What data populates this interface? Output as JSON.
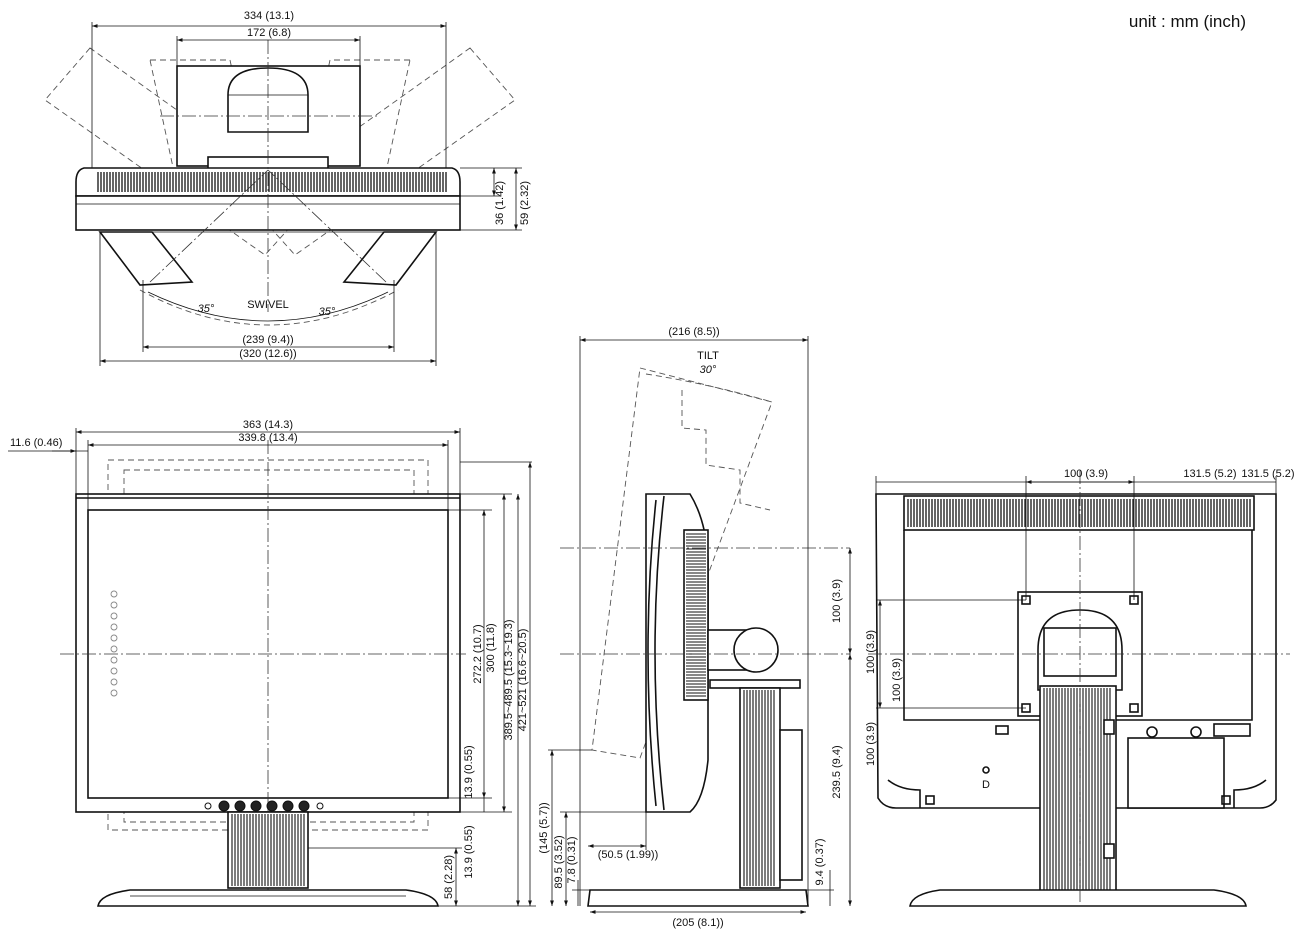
{
  "unit_label": "unit : mm (inch)",
  "top_view": {
    "width_334": "334 (13.1)",
    "width_172": "172 (6.8)",
    "depth_36": "36 (1.42)",
    "depth_59": "59 (2.32)",
    "swivel_label": "SWIVEL",
    "swivel_left": "35°",
    "swivel_right": "35°",
    "base_239": "(239 (9.4))",
    "base_320": "(320 (12.6))"
  },
  "front_view": {
    "width_363": "363 (14.3)",
    "width_339": "339.8 (13.4)",
    "offset_11": "11.6 (0.46)",
    "h_272": "272.2 (10.7)",
    "h_300": "300 (11.8)",
    "h_389": "389.5~489.5 (15.3~19.3)",
    "h_421": "421~521 (16.6~20.5)",
    "b_13_right": "13.9 (0.55)",
    "b_13_bottom": "13.9 (0.55)",
    "h_58": "58 (2.28)"
  },
  "side_view": {
    "depth_216": "(216 (8.5))",
    "tilt_label": "TILT",
    "tilt_angle": "30°",
    "h_145": "(145 (5.7))",
    "h_89": "89.5 (3.52)",
    "h_7": "7.8 (0.31)",
    "d_50": "(50.5 (1.99))",
    "d_205": "(205 (8.1))",
    "h_100": "100 (3.9)",
    "h_239": "239.5 (9.4)",
    "h_9": "9.4 (0.37)"
  },
  "rear_view": {
    "w_100": "100 (3.9)",
    "w_131a": "131.5 (5.2)",
    "w_131b": "131.5 (5.2)",
    "h_100a": "100 (3.9)",
    "h_100b": "100 (3.9)",
    "h_100c": "100 (3.9)",
    "port_label": "D"
  }
}
